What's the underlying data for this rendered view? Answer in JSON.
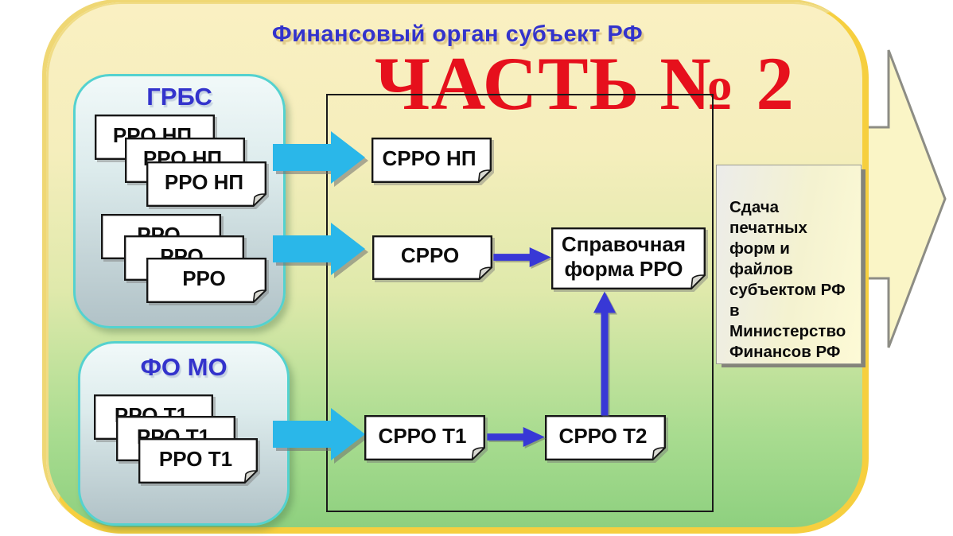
{
  "page": {
    "title": "Финансовый орган субъект РФ",
    "part_label": "ЧАСТЬ № 2"
  },
  "groups": {
    "grbs": {
      "label": "ГРБС",
      "np_stack": [
        "РРО НП",
        "РРО НП",
        "РРО НП"
      ],
      "rro_stack": [
        "РРО",
        "РРО",
        "РРО"
      ]
    },
    "fomo": {
      "label": "ФО МО",
      "t1_stack": [
        "РРО Т1",
        "РРО Т1",
        "РРО Т1"
      ]
    }
  },
  "frame": {
    "srro_np": "СРРО НП",
    "srro": "СРРО",
    "ref_form": "Справочная форма РРО",
    "srro_t1": "СРРО Т1",
    "srro_t2": "СРРО Т2"
  },
  "output_note": {
    "text": "Сдача печатных форм и файлов субъектом РФ в Министерство Финансов РФ"
  },
  "colors": {
    "flow_cyan": "#2ab7e9",
    "connector_blue": "#3838d6",
    "title_blue": "#3333cc",
    "part_red": "#e6101c"
  }
}
